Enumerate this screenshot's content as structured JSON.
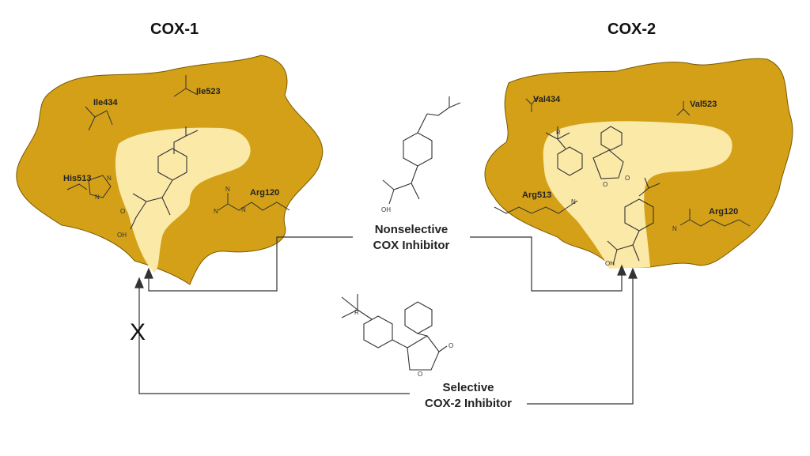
{
  "diagram": {
    "left_title": "COX-1",
    "right_title": "COX-2",
    "nonselective_line1": "Nonselective",
    "nonselective_line2": "COX Inhibitor",
    "selective_line1": "Selective",
    "selective_line2": "COX-2 Inhibitor",
    "blocked_mark": "X",
    "cox1_residues": [
      "Ile434",
      "Ile523",
      "His513",
      "Arg120"
    ],
    "cox2_residues": [
      "Val434",
      "Val523",
      "Arg513",
      "Arg120"
    ],
    "atoms": {
      "oxygen": "O",
      "nitrogen": "N",
      "hydroxyl": "OH",
      "r_group": "R"
    }
  },
  "colors": {
    "pocket": "#d4a017",
    "channel": "#fbe9a8",
    "outline": "#7a5a00",
    "line": "#333333"
  }
}
